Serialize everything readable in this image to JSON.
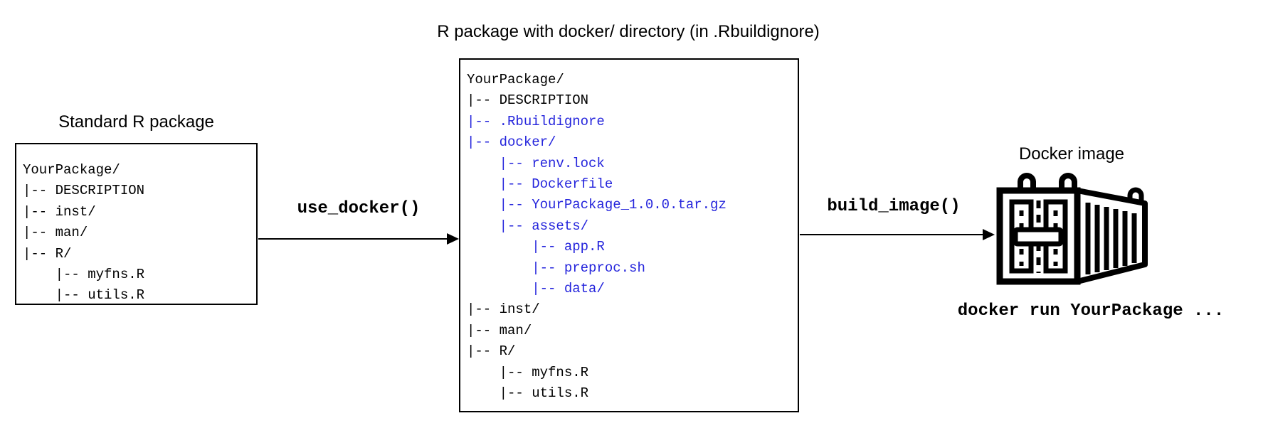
{
  "diagram": {
    "colors": {
      "highlight_blue": "#2424DC",
      "line_black": "#000000"
    },
    "left_panel": {
      "title": "Standard R package",
      "tree": [
        {
          "text": "YourPackage/",
          "color": "black"
        },
        {
          "text": "|-- DESCRIPTION",
          "color": "black"
        },
        {
          "text": "|-- inst/",
          "color": "black"
        },
        {
          "text": "|-- man/",
          "color": "black"
        },
        {
          "text": "|-- R/",
          "color": "black"
        },
        {
          "text": "    |-- myfns.R",
          "color": "black"
        },
        {
          "text": "    |-- utils.R",
          "color": "black"
        }
      ]
    },
    "middle_panel": {
      "title": "R package with docker/ directory (in .Rbuildignore)",
      "tree": [
        {
          "text": "YourPackage/",
          "color": "black"
        },
        {
          "text": "|-- DESCRIPTION",
          "color": "black"
        },
        {
          "text": "|-- .Rbuildignore",
          "color": "blue"
        },
        {
          "text": "|-- docker/",
          "color": "blue"
        },
        {
          "text": "    |-- renv.lock",
          "color": "blue"
        },
        {
          "text": "    |-- Dockerfile",
          "color": "blue"
        },
        {
          "text": "    |-- YourPackage_1.0.0.tar.gz",
          "color": "blue"
        },
        {
          "text": "    |-- assets/",
          "color": "blue"
        },
        {
          "text": "        |-- app.R",
          "color": "blue"
        },
        {
          "text": "        |-- preproc.sh",
          "color": "blue"
        },
        {
          "text": "        |-- data/",
          "color": "blue"
        },
        {
          "text": "|-- inst/",
          "color": "black"
        },
        {
          "text": "|-- man/",
          "color": "black"
        },
        {
          "text": "|-- R/",
          "color": "black"
        },
        {
          "text": "    |-- myfns.R",
          "color": "black"
        },
        {
          "text": "    |-- utils.R",
          "color": "black"
        }
      ]
    },
    "arrows": [
      {
        "label": "use_docker()"
      },
      {
        "label": "build_image()"
      }
    ],
    "right_panel": {
      "title": "Docker image",
      "caption": "docker run YourPackage ...",
      "icon": "shipping-container-icon"
    }
  }
}
